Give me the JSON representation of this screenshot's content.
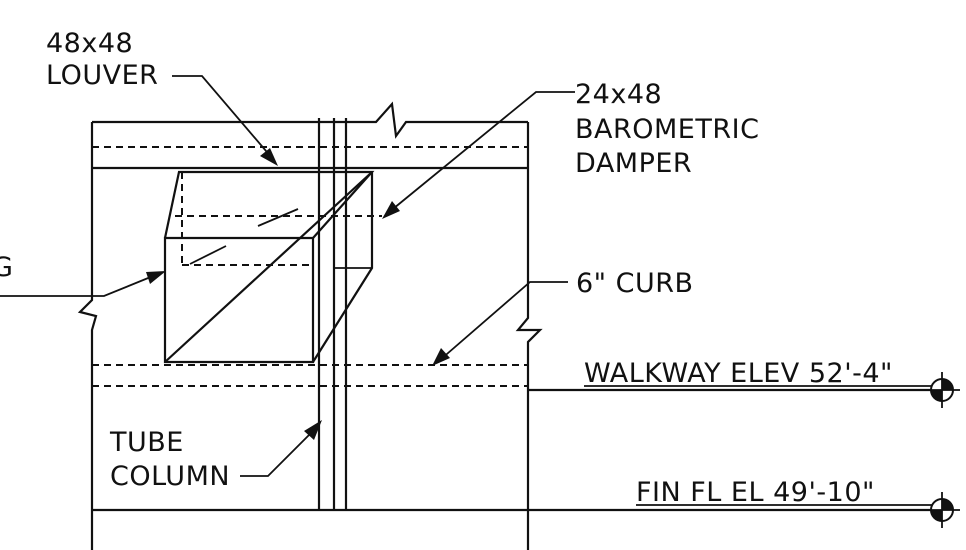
{
  "labels": {
    "louver_line1": "48x48",
    "louver_line2": "LOUVER",
    "damper_line1": "24x48",
    "damper_line2": "BAROMETRIC",
    "damper_line3": "DAMPER",
    "left_fragment": "G",
    "curb": "6\" CURB",
    "walkway": "WALKWAY ELEV 52'-4\"",
    "tube_line1": "TUBE",
    "tube_line2": "COLUMN",
    "fin_floor": "FIN FL EL 49'-10\""
  },
  "colors": {
    "ink": "#111111",
    "paper": "#ffffff"
  }
}
